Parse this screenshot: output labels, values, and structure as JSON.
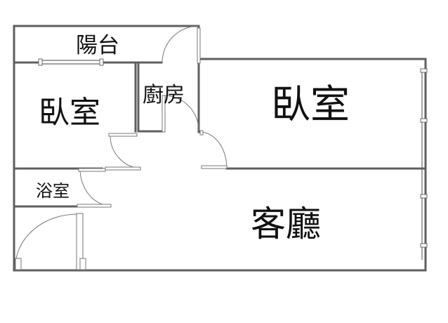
{
  "rooms": {
    "balcony": "陽台",
    "kitchen": "廚房",
    "bedroom_left": "臥室",
    "bedroom_right": "臥室",
    "bathroom": "浴室",
    "living_room": "客廳"
  },
  "colors": {
    "wall": "#5f5f5f",
    "background": "#ffffff",
    "text": "#111111"
  }
}
